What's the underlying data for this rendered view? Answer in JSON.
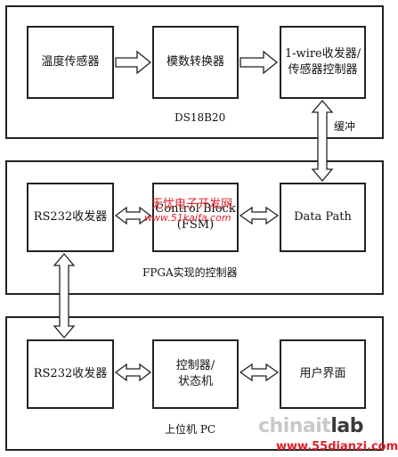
{
  "sections": {
    "ds18b20": {
      "label": "DS18B20",
      "blocks": [
        "温度传感器",
        "模数转换器",
        "1-wire收发器/\n传感器控制器"
      ]
    },
    "fpga": {
      "label": "FPGA实现的控制器",
      "blocks": [
        "RS232收发器",
        "Control Block\n(FSM)",
        "Data Path"
      ]
    },
    "pc": {
      "label": "上位机 PC",
      "blocks": [
        "RS232收发器",
        "控制器/\n状态机",
        "用户界面"
      ]
    }
  },
  "buffer_label": "缓冲",
  "watermarks": {
    "top_cn": "无忧电子开发网",
    "top_url": "www.51kaifa.com",
    "logo_text": "chinait",
    "logo_suffix": "lab",
    "bottom_url": "www.55dianzi.com"
  }
}
